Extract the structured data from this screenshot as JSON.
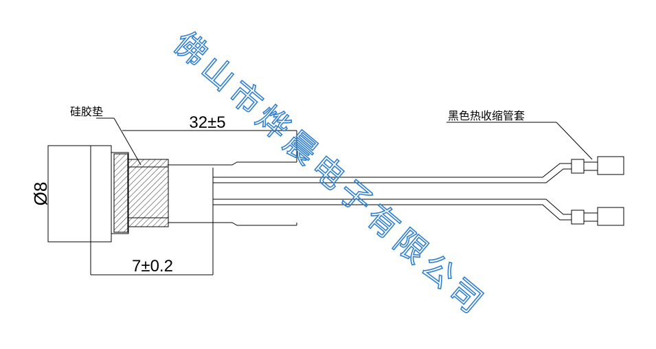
{
  "dimensions": {
    "diameter": "Ø8",
    "cable_length": "32±5",
    "body_length": "7±0.2"
  },
  "labels": {
    "silicone_pad": "硅胶垫",
    "heat_shrink": "黑色热收缩管套"
  },
  "watermark": {
    "chars": [
      "佛",
      "山",
      "市",
      "烨",
      "晨",
      "电",
      "子",
      "有",
      "限",
      "公",
      "司"
    ],
    "color": "#2f7fd0"
  }
}
